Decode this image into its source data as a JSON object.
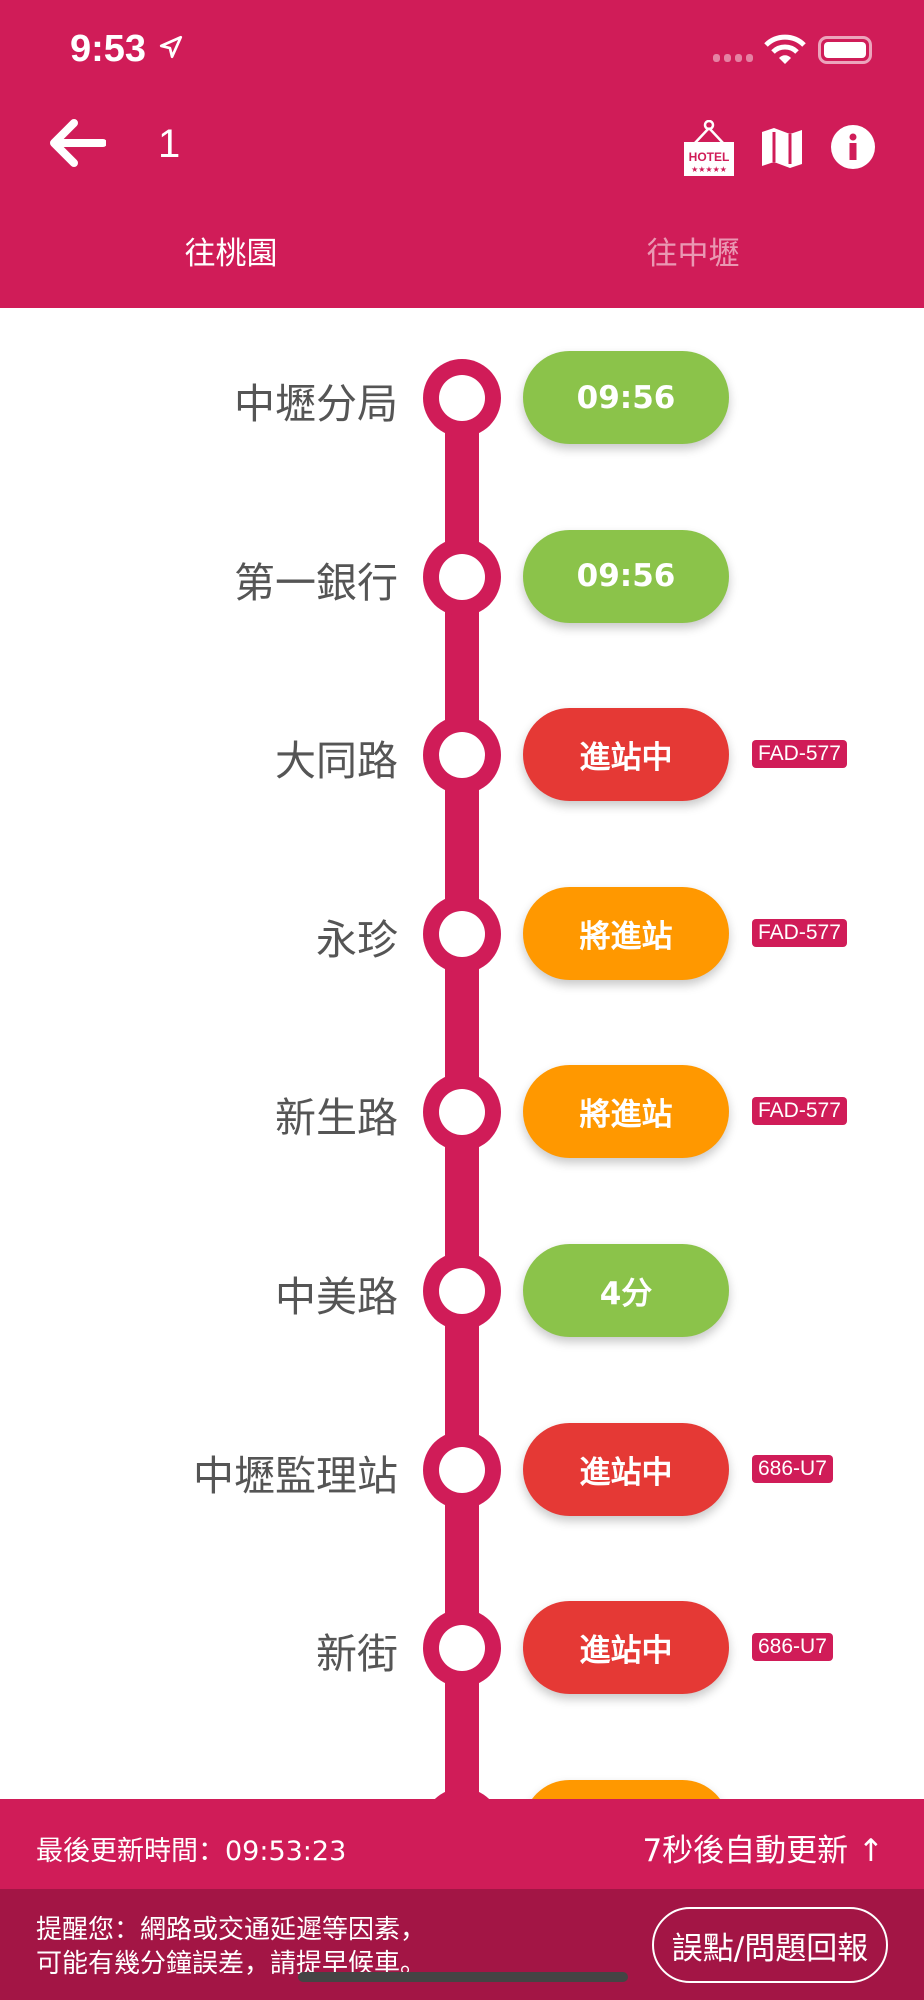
{
  "status_bar": {
    "time": "9:53"
  },
  "toolbar": {
    "title": "1",
    "hotel_label": "HOTEL"
  },
  "tabs": [
    {
      "label": "往桃園",
      "active": true
    },
    {
      "label": "往中壢",
      "active": false
    }
  ],
  "colors": {
    "brand": "#d01c58",
    "green": "#8bc34a",
    "red": "#e53935",
    "orange": "#ff9800"
  },
  "stops": [
    {
      "name": "中壢分局",
      "status": "09:56",
      "color": "#8bc34a",
      "plate": ""
    },
    {
      "name": "第一銀行",
      "status": "09:56",
      "color": "#8bc34a",
      "plate": ""
    },
    {
      "name": "大同路",
      "status": "進站中",
      "color": "#e53935",
      "plate": "FAD-577"
    },
    {
      "name": "永珍",
      "status": "將進站",
      "color": "#ff9800",
      "plate": "FAD-577"
    },
    {
      "name": "新生路",
      "status": "將進站",
      "color": "#ff9800",
      "plate": "FAD-577"
    },
    {
      "name": "中美路",
      "status": "4分",
      "color": "#8bc34a",
      "plate": ""
    },
    {
      "name": "中壢監理站",
      "status": "進站中",
      "color": "#e53935",
      "plate": "686-U7"
    },
    {
      "name": "新街",
      "status": "進站中",
      "color": "#e53935",
      "plate": "686-U7"
    }
  ],
  "update_bar": {
    "last_updated": "最後更新時間：09:53:23",
    "auto_refresh": "7秒後自動更新 ↑"
  },
  "notice": {
    "line1": "提醒您：網路或交通延遲等因素，",
    "line2": "可能有幾分鐘誤差，請提早候車。",
    "report_button": "誤點/問題回報"
  }
}
